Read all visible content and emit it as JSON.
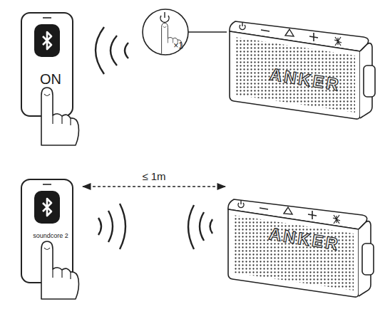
{
  "diagram": {
    "nodes": [
      {
        "text": [
          "ON"
        ]
      },
      {
        "text": [
          "×1"
        ]
      },
      {
        "text": [
          "ANKER"
        ]
      },
      {
        "text": [
          "soundcore 2"
        ]
      },
      {
        "text": [
          "ANKER"
        ]
      }
    ],
    "edges": [
      {
        "from": 1,
        "to": 2,
        "arrow": "none"
      },
      {
        "from": 3,
        "to": 4,
        "arrow": "both",
        "label": "≤ 1m"
      }
    ]
  }
}
